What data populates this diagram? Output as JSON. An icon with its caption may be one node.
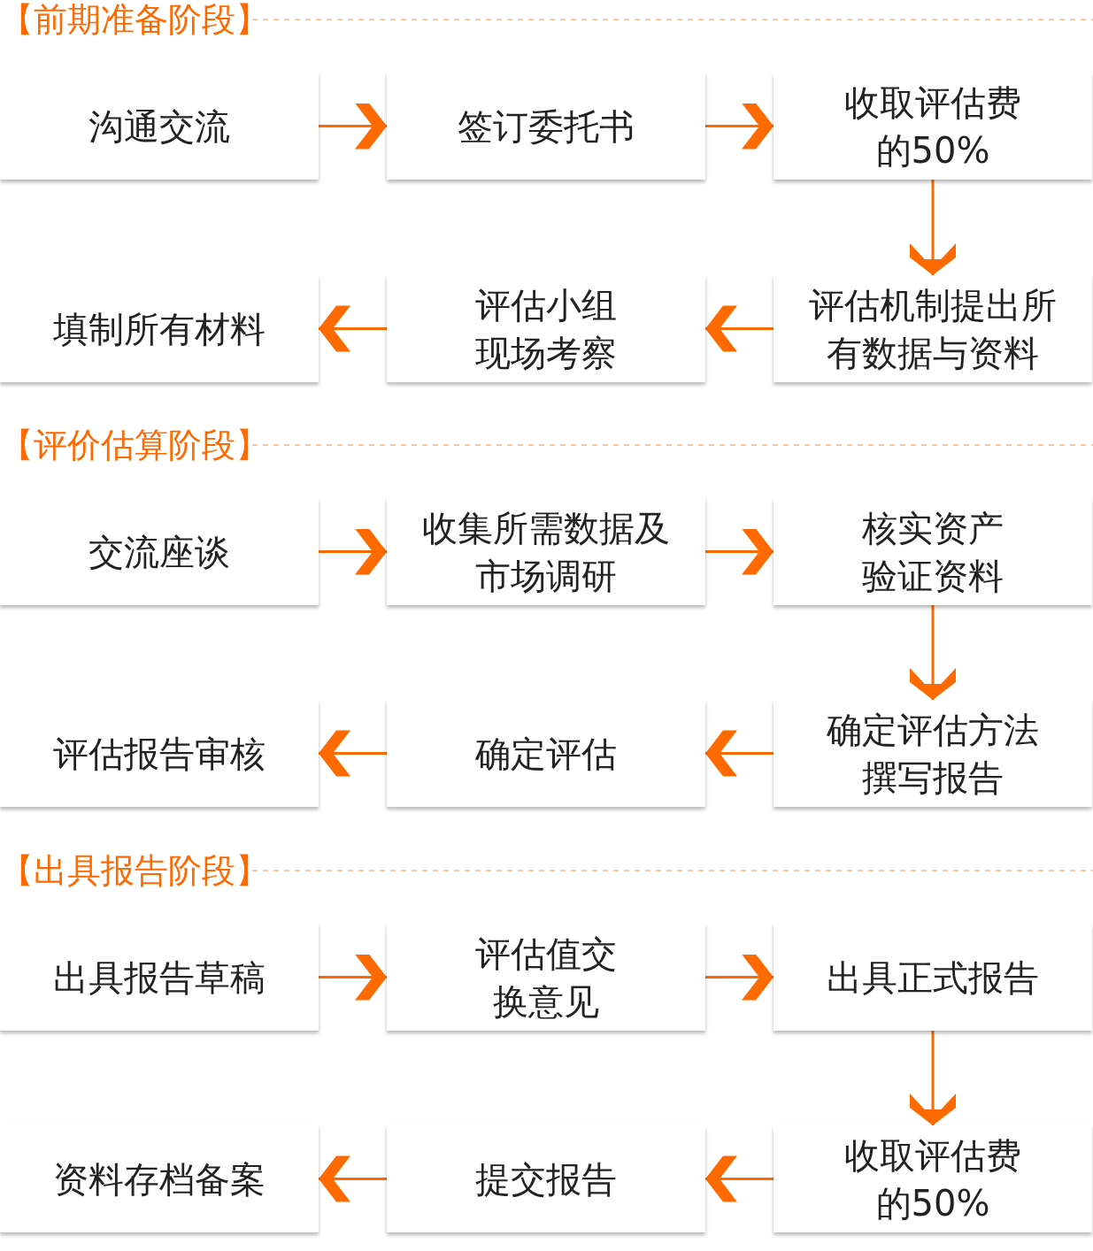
{
  "diagram": {
    "nodes": [
      {
        "text": [
          "沟通交流"
        ]
      },
      {
        "text": [
          "签订委托书"
        ]
      },
      {
        "text": [
          "收取评估费的50%"
        ]
      },
      {
        "text": [
          "填制所有材料"
        ]
      },
      {
        "text": [
          "评估小组现场考察"
        ]
      },
      {
        "text": [
          "评估机制提出所有数据与资料"
        ]
      },
      {
        "text": [
          "交流座谈"
        ]
      },
      {
        "text": [
          "收集所需数据及市场调研"
        ]
      },
      {
        "text": [
          "核实资产验证资料"
        ]
      },
      {
        "text": [
          "评估报告审核"
        ]
      },
      {
        "text": [
          "确定评估"
        ]
      },
      {
        "text": [
          "确定评估方法撰写报告"
        ]
      },
      {
        "text": [
          "出具报告草稿"
        ]
      },
      {
        "text": [
          "评估值交换意见"
        ]
      },
      {
        "text": [
          "出具正式报告"
        ]
      },
      {
        "text": [
          "资料存档备案"
        ]
      },
      {
        "text": [
          "提交报告"
        ]
      },
      {
        "text": [
          "收取评估费的50%"
        ]
      }
    ],
    "edges": [
      {
        "from": 0,
        "to": 1,
        "arrow": "to"
      },
      {
        "from": 1,
        "to": 2,
        "arrow": "to"
      },
      {
        "from": 2,
        "to": 5,
        "arrow": "to"
      },
      {
        "from": 5,
        "to": 4,
        "arrow": "to"
      },
      {
        "from": 4,
        "to": 3,
        "arrow": "to"
      },
      {
        "from": 6,
        "to": 7,
        "arrow": "to"
      },
      {
        "from": 7,
        "to": 8,
        "arrow": "to"
      },
      {
        "from": 8,
        "to": 11,
        "arrow": "to"
      },
      {
        "from": 11,
        "to": 10,
        "arrow": "to"
      },
      {
        "from": 10,
        "to": 9,
        "arrow": "to"
      },
      {
        "from": 12,
        "to": 13,
        "arrow": "to"
      },
      {
        "from": 13,
        "to": 14,
        "arrow": "to"
      },
      {
        "from": 14,
        "to": 17,
        "arrow": "to"
      },
      {
        "from": 17,
        "to": 16,
        "arrow": "to"
      },
      {
        "from": 16,
        "to": 15,
        "arrow": "to"
      }
    ],
    "labels": [
      "【前期准备阶段】",
      "【评价估算阶段】",
      "【出具报告阶段】"
    ]
  }
}
